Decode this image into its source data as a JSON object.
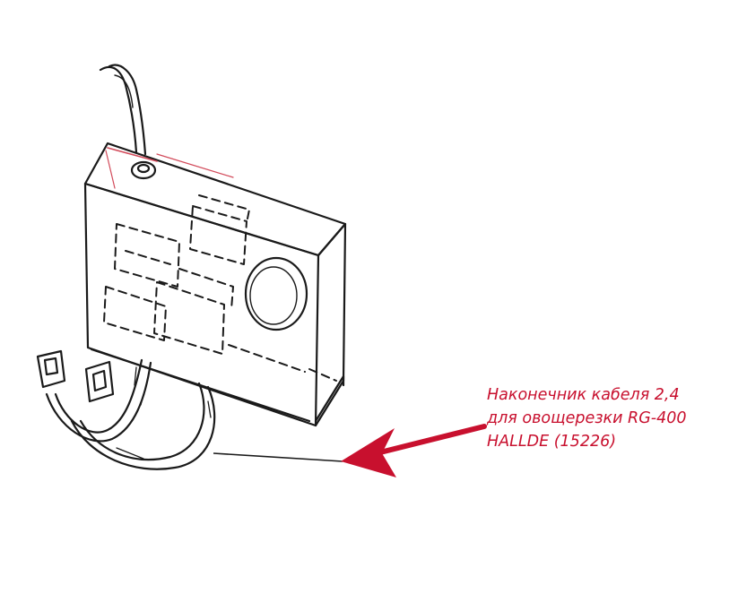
{
  "annotation": {
    "lines": [
      "Наконечник кабеля 2,4",
      "для овощерезки RG-400",
      "HALLDE (15226)"
    ],
    "color": "#c8102e"
  },
  "icons": {
    "part_drawing": "control-box-with-cables-drawing",
    "pointer": "red-arrow-icon"
  }
}
